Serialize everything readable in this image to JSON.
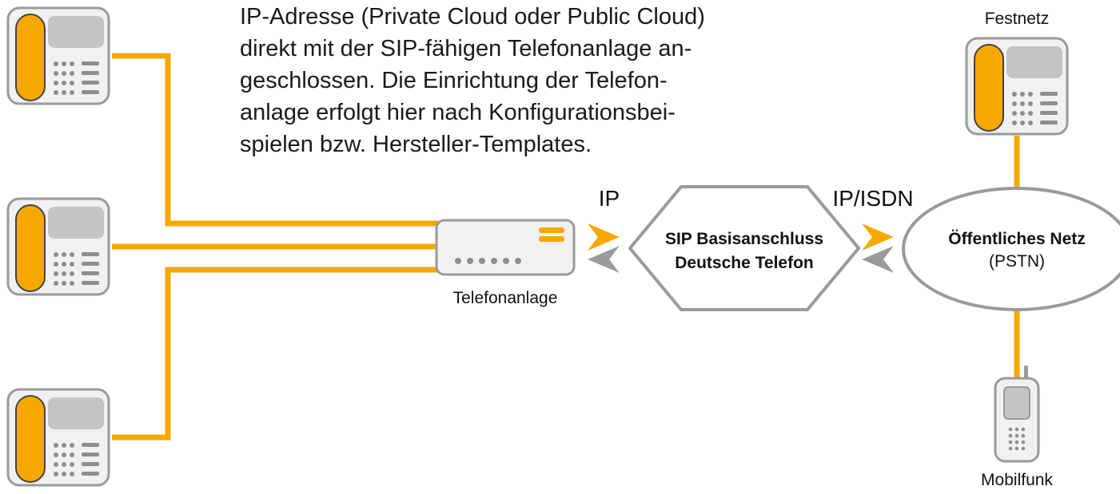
{
  "colors": {
    "accent": "#F5A800",
    "phone_body": "#F1F1F1",
    "phone_outline": "#9A9A9A",
    "phone_screen": "#C4C4C4",
    "keypad": "#8E8E8E",
    "arrow_gray": "#9B9B9B",
    "text": "#111111"
  },
  "description": {
    "lines": [
      "IP-Adresse (Private Cloud oder Public Cloud)",
      "direkt mit der SIP-fähigen Telefonanlage an-",
      "geschlossen. Die Einrichtung der Telefon-",
      "anlage erfolgt hier nach Konfigurationsbei-",
      "spielen bzw. Hersteller-Templates."
    ]
  },
  "labels": {
    "pbx": "Telefonanlage",
    "link_ip": "IP",
    "link_ip_isdn": "IP/ISDN",
    "landline": "Festnetz",
    "mobile": "Mobilfunk"
  },
  "sip_node": {
    "line1": "SIP Basisanschluss",
    "line2": "Deutsche Telefon"
  },
  "pstn_node": {
    "line1": "Öffentliches Netz",
    "line2": "(PSTN)"
  },
  "icons": {
    "desk_phone": "desk-phone-icon",
    "mobile_phone": "mobile-phone-icon",
    "pbx": "pbx-device-icon",
    "arrow": "direction-arrow-icon"
  }
}
